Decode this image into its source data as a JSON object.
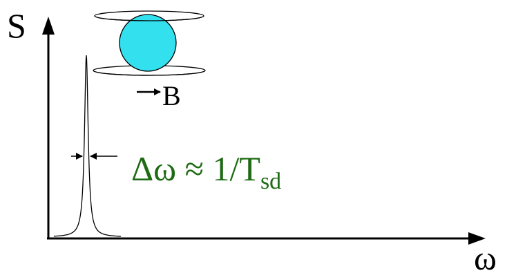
{
  "axes": {
    "y_label": "S",
    "x_label": "ω"
  },
  "field": {
    "label": "B"
  },
  "linewidth": {
    "main": "Δω ≈ 1/T",
    "subscript": "sd",
    "color": "#1e6b14"
  },
  "colors": {
    "sphere_fill": "#33e0ee",
    "line": "#000000"
  }
}
